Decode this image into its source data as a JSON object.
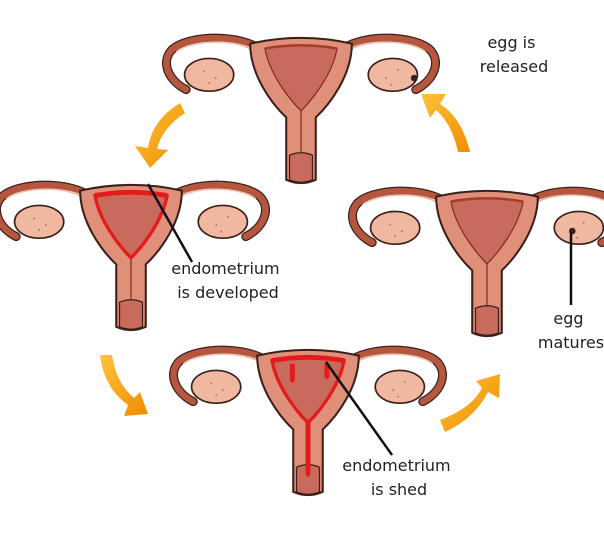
{
  "labels": {
    "egg_released": [
      "egg is",
      "released"
    ],
    "endometrium_developed": [
      "endometrium",
      "is developed"
    ],
    "egg_matures": [
      "egg",
      "matures"
    ],
    "endometrium_shed": [
      "endometrium",
      "is shed"
    ]
  },
  "stages": [
    {
      "id": "stage-top",
      "phase": "ovulation",
      "egg_visible": true,
      "egg_side": "right",
      "lining": "thin"
    },
    {
      "id": "stage-left",
      "phase": "developed",
      "egg_visible": false,
      "lining": "thick"
    },
    {
      "id": "stage-right",
      "phase": "maturation",
      "egg_visible": true,
      "egg_side": "right",
      "lining": "thin"
    },
    {
      "id": "stage-bottom",
      "phase": "menstruation",
      "egg_visible": false,
      "lining": "shedding"
    }
  ],
  "colors": {
    "outline": "#3a1f1a",
    "tube": "#b5563f",
    "tube_inner": "#f2c4b0",
    "uterus_fill": "#e09078",
    "uterus_inner": "#c86a5c",
    "lining_red": "#e31b1b",
    "ovary": "#f0b8a0",
    "arrow": "#f5a31a",
    "pointer": "#111111"
  }
}
